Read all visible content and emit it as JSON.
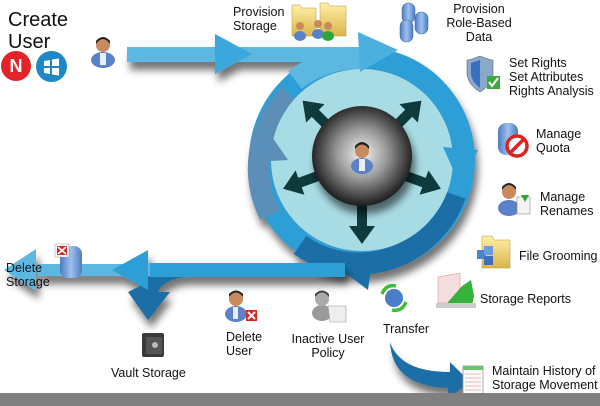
{
  "title": "Create User",
  "title_lines": [
    "Create",
    "User"
  ],
  "platform_badges": [
    {
      "name": "novell",
      "glyph": "N",
      "color": "#e2232a"
    },
    {
      "name": "windows",
      "color": "#1e88c8"
    }
  ],
  "colors": {
    "arrow_light": "#5bb8e0",
    "arrow_mid": "#2f9fd6",
    "arrow_dark": "#1b6ea6",
    "arrow_steel": "#5b8fb8",
    "ring_inner": "#a8dce4",
    "spoke": "#0f3a3c",
    "hub": "#5a5a5a",
    "footer": "#808080"
  },
  "steps": {
    "provision_storage": {
      "lines": [
        "Provision",
        "Storage"
      ],
      "icon": "folders-users-icon"
    },
    "provision_role_data": {
      "lines": [
        "Provision",
        "Role-Based",
        "Data"
      ],
      "icon": "database-icon"
    },
    "set_rights": {
      "lines": [
        "Set Rights",
        "Set Attributes",
        "Rights Analysis"
      ],
      "icon": "shield-check-icon"
    },
    "manage_quota": {
      "lines": [
        "Manage",
        "Quota"
      ],
      "icon": "database-no-icon"
    },
    "manage_renames": {
      "lines": [
        "Manage",
        "Renames"
      ],
      "icon": "user-rename-icon"
    },
    "file_grooming": {
      "lines": [
        "File Grooming"
      ],
      "icon": "folder-cubes-icon"
    },
    "storage_reports": {
      "lines": [
        "Storage Reports"
      ],
      "icon": "chart-building-icon"
    },
    "transfer": {
      "lines": [
        "Transfer"
      ],
      "icon": "globe-sync-icon"
    },
    "maintain_history": {
      "lines": [
        "Maintain History of",
        "Storage Movement"
      ],
      "icon": "spreadsheet-icon"
    },
    "inactive_user_policy": {
      "lines": [
        "Inactive User",
        "Policy"
      ],
      "icon": "user-scroll-icon"
    },
    "delete_user": {
      "lines": [
        "Delete",
        "User"
      ],
      "icon": "user-delete-icon"
    },
    "delete_storage": {
      "lines": [
        "Delete",
        "Storage"
      ],
      "icon": "database-delete-icon"
    },
    "vault_storage": {
      "lines": [
        "Vault Storage"
      ],
      "icon": "safe-icon"
    }
  }
}
